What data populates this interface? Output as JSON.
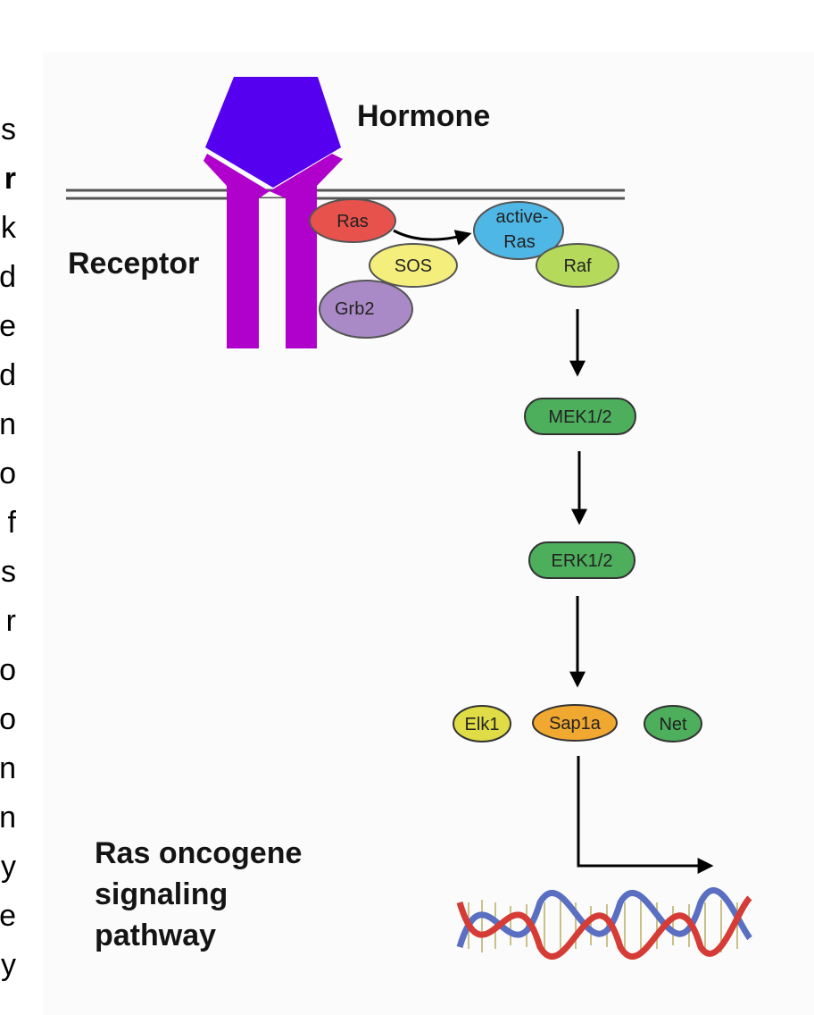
{
  "cut_off_text_line_endings": [
    "s",
    "r",
    "k",
    "d",
    "e",
    "d",
    "n",
    "o",
    "f",
    "s",
    "r",
    "o",
    "o",
    "n",
    "n",
    "y",
    "e",
    "y"
  ],
  "labels": {
    "hormone": "Hormone",
    "receptor": "Receptor",
    "caption_line1": "Ras oncogene",
    "caption_line2": "signaling",
    "caption_line3": "pathway"
  },
  "nodes": {
    "ras": "Ras",
    "sos": "SOS",
    "grb2": "Grb2",
    "active_ras_line1": "active-",
    "active_ras_line2": "Ras",
    "raf": "Raf",
    "mek": "MEK1/2",
    "erk": "ERK1/2",
    "elk1": "Elk1",
    "sap1a": "Sap1a",
    "net": "Net"
  },
  "colors": {
    "hormone": "#5500ee",
    "receptor": "#b000cc",
    "ras": "#e8524d",
    "sos": "#f4ee7c",
    "grb2": "#a98ac7",
    "active_ras": "#4fb7e6",
    "raf": "#b5d95a",
    "kinase_green": "#4dae5c",
    "elk1": "#e0dc45",
    "sap1a": "#f0a830",
    "net": "#4dae5c",
    "dna_red": "#d43c35",
    "dna_blue": "#5a6fc2"
  }
}
